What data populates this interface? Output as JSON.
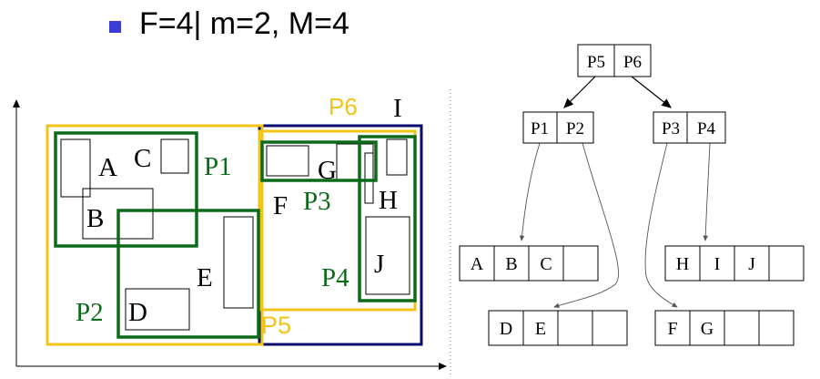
{
  "heading": "F=4| m=2, M=4",
  "colors": {
    "bullet": "#3b3bd8",
    "green": "#0c6b1b",
    "yellow": "#f2c418",
    "navy": "#0a0a6e",
    "black": "#000000",
    "gray": "#555555"
  },
  "diagram": {
    "labels": {
      "A": "A",
      "B": "B",
      "C": "C",
      "D": "D",
      "E": "E",
      "F": "F",
      "G": "G",
      "H": "H",
      "I": "I",
      "J": "J",
      "P1": "P1",
      "P2": "P2",
      "P3": "P3",
      "P4": "P4",
      "P5": "P5",
      "P6": "P6"
    }
  },
  "tree": {
    "root": [
      "P5",
      "P6"
    ],
    "level1_left": [
      "P1",
      "P2"
    ],
    "level1_right": [
      "P3",
      "P4"
    ],
    "leaf_abc": [
      "A",
      "B",
      "C",
      ""
    ],
    "leaf_hij": [
      "H",
      "I",
      "J",
      ""
    ],
    "leaf_de": [
      "D",
      "E",
      "",
      ""
    ],
    "leaf_fg": [
      "F",
      "G",
      "",
      ""
    ]
  }
}
